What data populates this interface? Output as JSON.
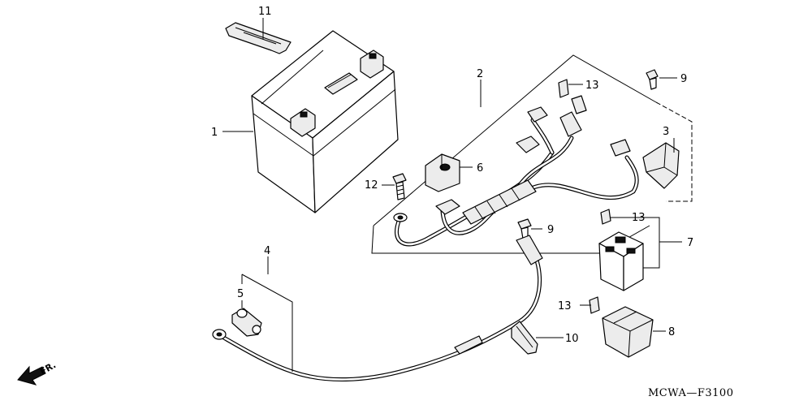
{
  "diagram": {
    "code": "MCWA—F3100",
    "front_indicator": "FR.",
    "callouts": [
      {
        "id": "c1",
        "label": "1"
      },
      {
        "id": "c2",
        "label": "2"
      },
      {
        "id": "c3",
        "label": "3"
      },
      {
        "id": "c4",
        "label": "4"
      },
      {
        "id": "c5",
        "label": "5"
      },
      {
        "id": "c6",
        "label": "6"
      },
      {
        "id": "c7",
        "label": "7"
      },
      {
        "id": "c8",
        "label": "8"
      },
      {
        "id": "c9a",
        "label": "9"
      },
      {
        "id": "c9b",
        "label": "9"
      },
      {
        "id": "c10",
        "label": "10"
      },
      {
        "id": "c11",
        "label": "11"
      },
      {
        "id": "c12",
        "label": "12"
      },
      {
        "id": "c13a",
        "label": "13"
      },
      {
        "id": "c13b",
        "label": "13"
      },
      {
        "id": "c13c",
        "label": "13"
      }
    ]
  }
}
